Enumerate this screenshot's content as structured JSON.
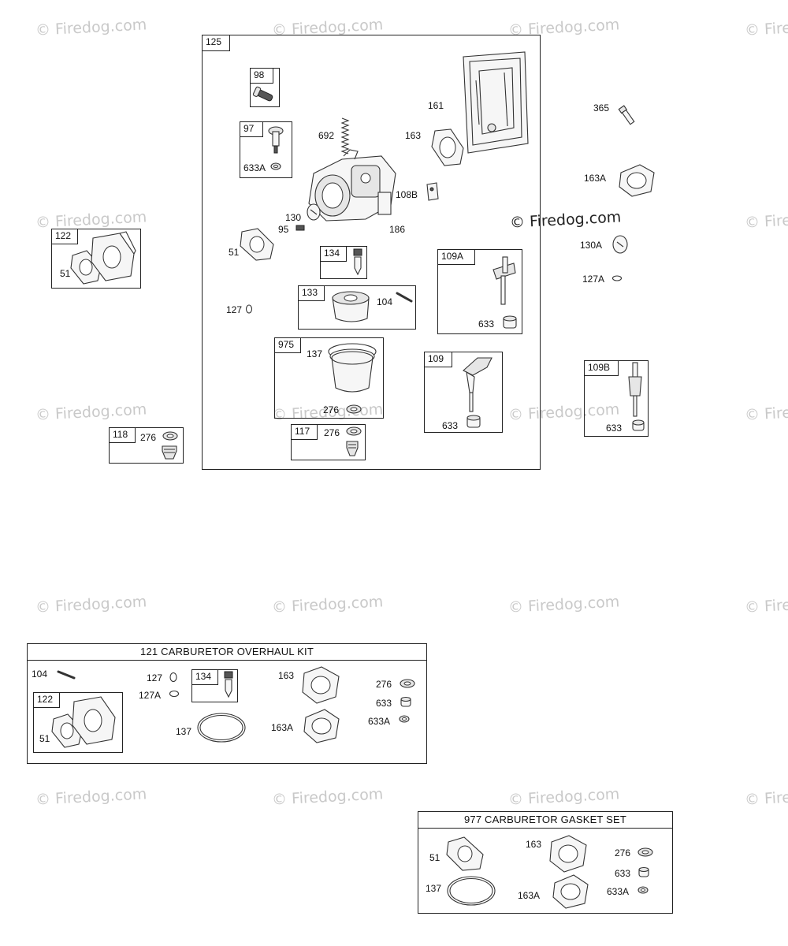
{
  "watermark": "© Firedog.com",
  "main_watermark": "© Firedog.com",
  "frames": {
    "f125": "125",
    "f98": "98",
    "f97": "97",
    "f134": "134",
    "f133": "133",
    "f975": "975",
    "f117": "117",
    "f109A": "109A",
    "f109": "109",
    "f109B": "109B",
    "f122": "122",
    "f118": "118"
  },
  "labels": {
    "l161": "161",
    "l692": "692",
    "l163": "163",
    "l633A_97": "633A",
    "l108B": "108B",
    "l130": "130",
    "l95": "95",
    "l186": "186",
    "l51": "51",
    "l127": "127",
    "l104": "104",
    "l137": "137",
    "l276_975": "276",
    "l276_117": "276",
    "l633_109A": "633",
    "l633_109": "633",
    "l633_109B": "633",
    "l365": "365",
    "l163A": "163A",
    "l130A": "130A",
    "l127A": "127A",
    "l51_122": "51",
    "l276_118": "276"
  },
  "kit121": {
    "title": "121 CARBURETOR OVERHAUL KIT",
    "l104": "104",
    "l127": "127",
    "l127A": "127A",
    "t134": "134",
    "l163": "163",
    "l163A": "163A",
    "l276": "276",
    "l633": "633",
    "l633A": "633A",
    "t122": "122",
    "l51": "51",
    "l137": "137"
  },
  "kit977": {
    "title": "977 CARBURETOR GASKET SET",
    "l51": "51",
    "l137": "137",
    "l163": "163",
    "l163A": "163A",
    "l276": "276",
    "l633": "633",
    "l633A": "633A"
  }
}
